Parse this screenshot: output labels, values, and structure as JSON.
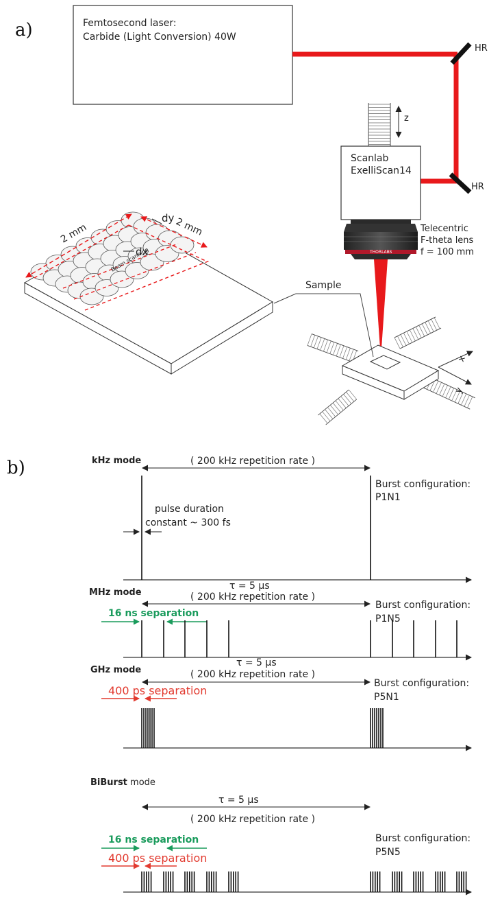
{
  "panel_a": {
    "label": "a)",
    "laser_line1": "Femtosecond laser:",
    "laser_line2": "Carbide (Light Conversion) 40W",
    "mirror_label": "HR",
    "scanner_line1": "Scanlab",
    "scanner_line2": "ExelliScan14",
    "z_label": "z",
    "lens_line1": "Telecentric",
    "lens_line2": "F-theta lens",
    "lens_line3": "f = 100 mm",
    "lens_brand": "THORLABS",
    "sample_label": "Sample",
    "dim_x": "2 mm",
    "dim_y": "2 mm",
    "dy_label": "dy",
    "dx_label": "dx",
    "beam_scanning": "Beam scanning",
    "stage_x": "x",
    "stage_y": "y"
  },
  "panel_b": {
    "label": "b)",
    "rows": [
      {
        "mode": "kHz mode",
        "rep_rate": "(  200 kHz repetition rate  )",
        "burst_label": "Burst configuration:",
        "burst_value": "P1N1",
        "annotation_1": "pulse duration",
        "annotation_2": "constant ~ 300 fs",
        "tau": "τ =  5 µs"
      },
      {
        "mode": "MHz mode",
        "rep_rate": "(  200 kHz repetition rate  )",
        "burst_label": "Burst configuration:",
        "burst_value": "P1N5",
        "separation": "16 ns separation",
        "tau": "τ =  5 µs"
      },
      {
        "mode": "GHz mode",
        "rep_rate": "(  200 kHz repetition rate  )",
        "burst_label": "Burst configuration:",
        "burst_value": "P5N1",
        "separation": "400 ps separation"
      },
      {
        "mode_bold": "BiBurst",
        "mode_rest": " mode",
        "tau": "τ =  5 µs",
        "rep_rate": "(  200 kHz repetition rate  )",
        "burst_label": "Burst configuration:",
        "burst_value": "P5N5",
        "separation_1": "16 ns separation",
        "separation_2": "400 ps separation"
      }
    ]
  },
  "colors": {
    "laser_beam": "#e8191b",
    "separation_green": "#1a9b5c",
    "separation_red": "#e23a2f",
    "scan_dash": "#e8191b"
  }
}
